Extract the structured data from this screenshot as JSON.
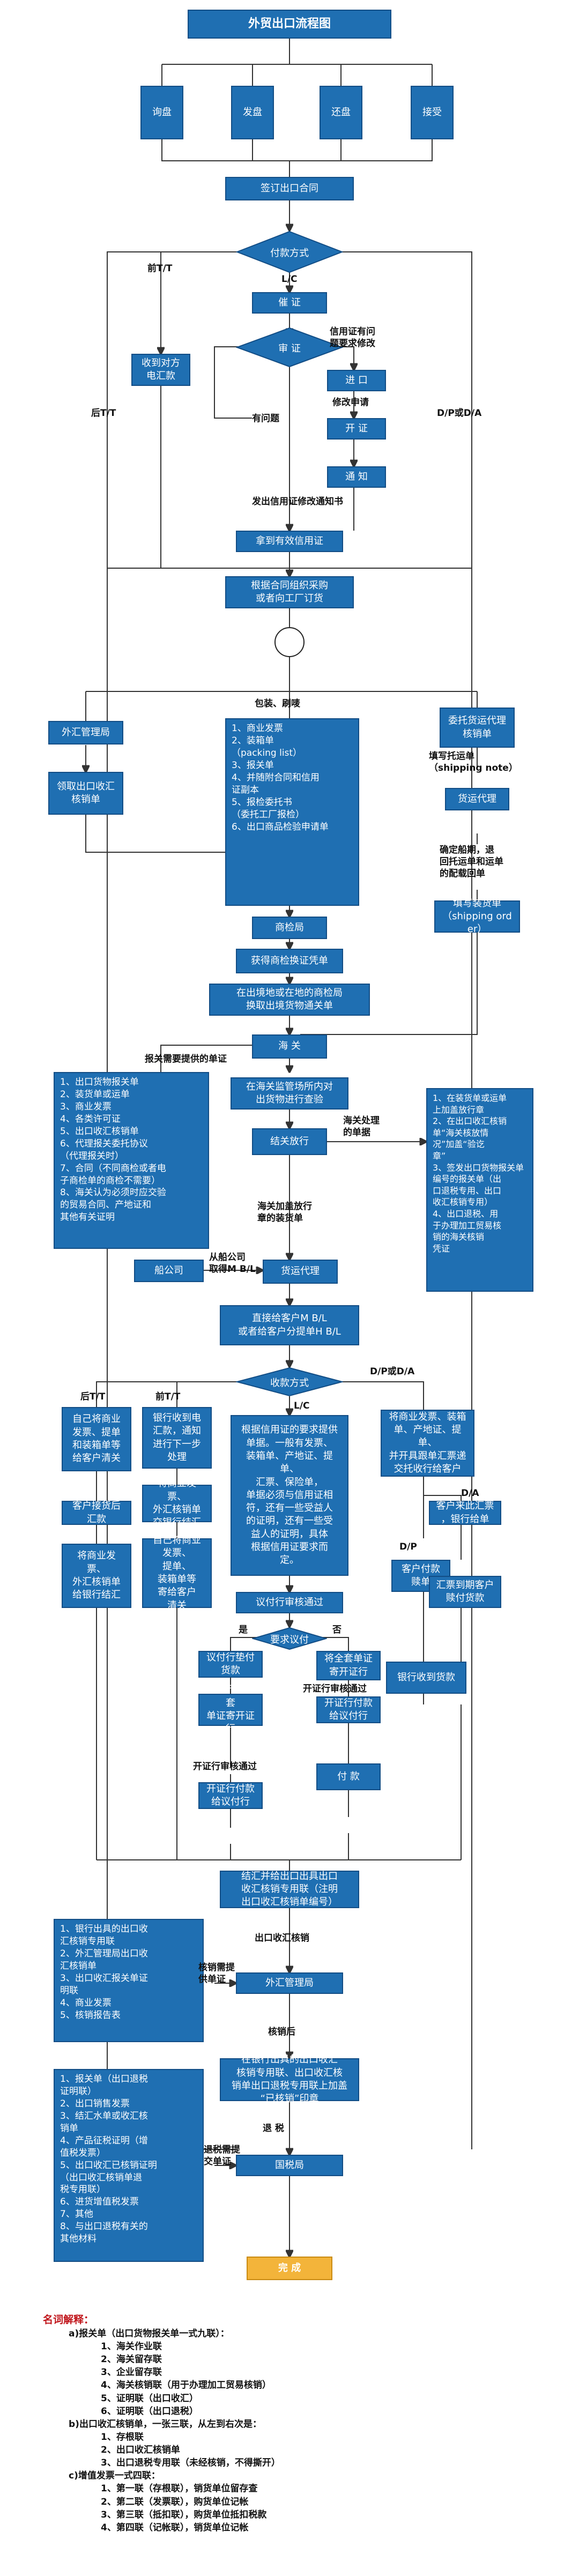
{
  "title": "外贸出口流程图",
  "top": {
    "steps": [
      "询盘",
      "发盘",
      "还盘",
      "接受"
    ],
    "contract": "签订出口合同"
  },
  "payment": {
    "diamond": "付款方式",
    "ttBefore": "前T/T",
    "ttAfter": "后T/T",
    "lc": "L/C",
    "dpda": "D/P或D/A",
    "urge": "催    证",
    "review": "审    证",
    "problem": "有问题",
    "lcQuestion": "信用证有问\n题要求修改",
    "modify": "修改申请",
    "notice": "通    知",
    "modNotice": "发出信用证修改通知书",
    "open": "开    证",
    "enter": "进    口",
    "receiveAdvance": "收到对方\n电汇款",
    "validLC": "拿到有效信用证",
    "purchase": "根据合同组织采购\n或者向工厂订货"
  },
  "prep": {
    "packing": "包装、刷唛",
    "foreignBureau": "外汇管理局",
    "verifyForm": "领取出口收汇\n核销单",
    "docs": "1、商业发票\n2、装箱单\n（packing list）\n3、报关单\n4、并随附合同和信用\n证副本\n5、报检委托书\n（委托工厂报检）\n6、出口商品检验申请单",
    "inspection": "商检局",
    "certificate": "获得商检换证凭单",
    "exchange": "在出境地或在地的商检局\n换取出境货物通关单",
    "agent": "委托货运代理\n核销单",
    "shippingNote": "填写托运单\n（shipping note）",
    "freightAgent": "货运代理",
    "confirmShip": "确定船期，退\n回托运单和运单\n的配载回单",
    "shippingOrder": "填写装货单\n（shipping order）"
  },
  "customs": {
    "customs": "海    关",
    "submitLabel": "报关需要提供的单证",
    "docs": "1、出口货物报关单\n2、装货单或运单\n3、商业发票\n4、各类许可证\n5、出口收汇核销单\n6、代理报关委托协议\n（代理报关时）\n7、合同（不同商检或者电\n子商检单的商检不需要）\n8、海关认为必须时应交验\n的贸易合同、产地证和\n其他有关证明",
    "inspect": "在海关监管场所内对\n出货物进行查验",
    "release": "结关放行",
    "handledLabel": "海关处理\n的单据",
    "handledDocs": "1、在装货单或运单\n上加盖放行章\n2、在出口收汇核销\n单“海关核放情\n况”加盖“验讫\n章”\n3、签发出口货物报关单\n编号的报关单（出\n口退税专用、出口\n收汇核销专用）\n4、出口退税、用\n于办理加工贸易核\n销的海关核销\n凭证",
    "releasedBill": "海关加盖放行\n章的装货单",
    "shipping": "船公司",
    "getBL": "从船公司\n取得M B/L",
    "freightAgent": "货运代理",
    "fromAgent": "直接给客户M B/L\n或者给客户分提单H B/L"
  },
  "collection": {
    "diamond": "收款方式",
    "ttBefore": "前T/T",
    "ttAfter": "后T/T",
    "lc": "L/C",
    "dpda": "D/P或D/A",
    "dp": "D/P",
    "da": "D/A",
    "afterTT": "自己将商业\n发票、提单\n和装箱单等\n给客户清关",
    "customerPay": "客户接货后\n汇款",
    "afterTT2": "将商业发票、\n外汇核销单\n给银行结汇",
    "beforeTT": "银行收到电\n汇款，通知\n进行下一步\n处理",
    "beforeTT2": "将商业发票、\n外汇核销单\n交银行结汇",
    "beforeTT3": "自己将商业\n发票、\n提单、\n装箱单等\n寄给客户\n清关",
    "lcDocs": "根据信用证的要求提供\n单据。一般有发票、\n装箱单、产地证、提单、\n汇票、保险单，\n单据必须与信用证相\n符，还有一些受益人\n的证明，还有一些受\n益人的证明，具体\n根据信用证要求而\n定。",
    "bankReview": "议付行审核通过",
    "needAccept": "要求议付",
    "yes": "是",
    "no": "否",
    "negBank": "议付行垫付\n货款",
    "sendBank": "开证行将全套\n单证寄开证\n行",
    "openBankAccept": "开证行审核通过",
    "openBankPay": "开证行付款\n给议付行",
    "sendDocs": "将全套单证\n寄开证行",
    "openBankAccept2": "开证行审核通过",
    "issuePay": "开证行付款\n给议付行",
    "pay": "付    款",
    "dpdaDocs": "将商业发票、装箱\n单、产地证、提单、\n并开具跟单汇票递\n交托收行给客户",
    "customerBank": "客户来此汇票\n，银行给单",
    "customerPay2": "客户付款\n赎单",
    "remitBank": "汇票到期客户\n赎付货款",
    "bankReceive": "银行收到货款"
  },
  "settlement": {
    "box": "结汇并给出口出具出口\n收汇核销专用联（注明\n出口收汇核销单编号）",
    "verifyLabel": "出口收汇核销",
    "leftDocs": "1、银行出具的出口收\n汇核销专用联\n2、外汇管理局出口收\n汇核销单\n3、出口收汇报关单证\n明联\n4、商业发票\n5、核销报告表",
    "docsLabel": "核销需提\n供单证",
    "foreignBureau": "外汇管理局",
    "afterLabel": "核销后",
    "stamp": "在银行出具的出口收汇\n核销专用联、出口收汇核\n销单出口退税专用联上加盖\n“已核销”印章",
    "refundLabel": "退    税",
    "refundDocs": "1、报关单（出口退税\n证明联）\n2、出口销售发票\n3、结汇水单或收汇核\n销单\n4、产品征税证明（增\n值税发票）\n5、出口收汇已核销证明\n（出口收汇核销单退\n税专用联）\n6、进货增值税发票\n7、其他\n8、与出口退税有关的\n其他材料",
    "refundSubmit": "退税需提\n交单证",
    "taxBureau": "国税局",
    "done": "完    成"
  },
  "notes": {
    "heading": "名词解释：",
    "a": "a)报关单（出口货物报关单一式九联）：",
    "aItems": [
      "1、海关作业联",
      "2、海关留存联",
      "3、企业留存联",
      "4、海关核销联（用于办理加工贸易核销）",
      "5、证明联（出口收汇）",
      "6、证明联（出口退税）"
    ],
    "b": "b)出口收汇核销单，一张三联，从左到右次是：",
    "bItems": [
      "1、存根联",
      "2、出口收汇核销单",
      "3、出口退税专用联（未经核销，不得撕开）"
    ],
    "c": "c)增值发票一式四联：",
    "cItems": [
      "1、第一联（存根联），销货单位留存查",
      "2、第二联（发票联），购货单位记帐",
      "3、第三联（抵扣联），购货单位抵扣税款",
      "4、第四联（记帐联），销货单位记帐"
    ]
  },
  "colors": {
    "box": "#1f6fb2",
    "border": "#124d85",
    "done": "#f3b43a",
    "heading": "#c0151b"
  }
}
